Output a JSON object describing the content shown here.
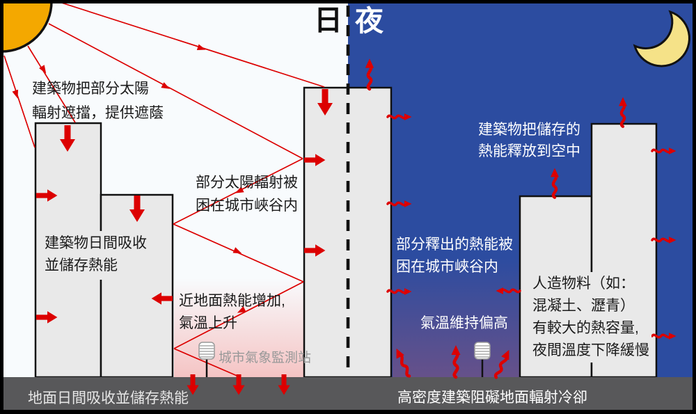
{
  "diagram": {
    "day": {
      "title": "日",
      "shade_note": "建築物把部分太陽\n輻射遮擋，提供遮蔭",
      "trapped_note": "部分太陽輻射被\n困在城市峽谷内",
      "absorb_note": "建築物日間吸收\n並儲存熱能",
      "near_ground_note": "近地面熱能增加,\n氣溫上升",
      "station_label": "城市氣象監測站",
      "ground_label": "地面日間吸收並儲存熱能"
    },
    "night": {
      "title": "夜",
      "release_note": "建築物把儲存的\n熱能釋放到空中",
      "trapped_note": "部分釋出的熱能被\n困在城市峽谷内",
      "temp_note": "氣溫維持偏高",
      "materials_note": "人造物料（如：\n混凝土、瀝青）\n有較大的熱容量,\n夜間溫度下降緩慢",
      "ground_label": "高密度建築阻礙地面輻射冷卻"
    },
    "colors": {
      "daySky": "#F8FBFD",
      "nightSky": "#2C4CA0",
      "building": "#E9E9E9",
      "ground": "#58585A",
      "sun": "#F4A800",
      "moon": "#F5E288",
      "heat": "#DC0000",
      "canyonDay": "#F5C4C4",
      "canyonNight": "#66518A",
      "stationText": "#999999"
    }
  }
}
